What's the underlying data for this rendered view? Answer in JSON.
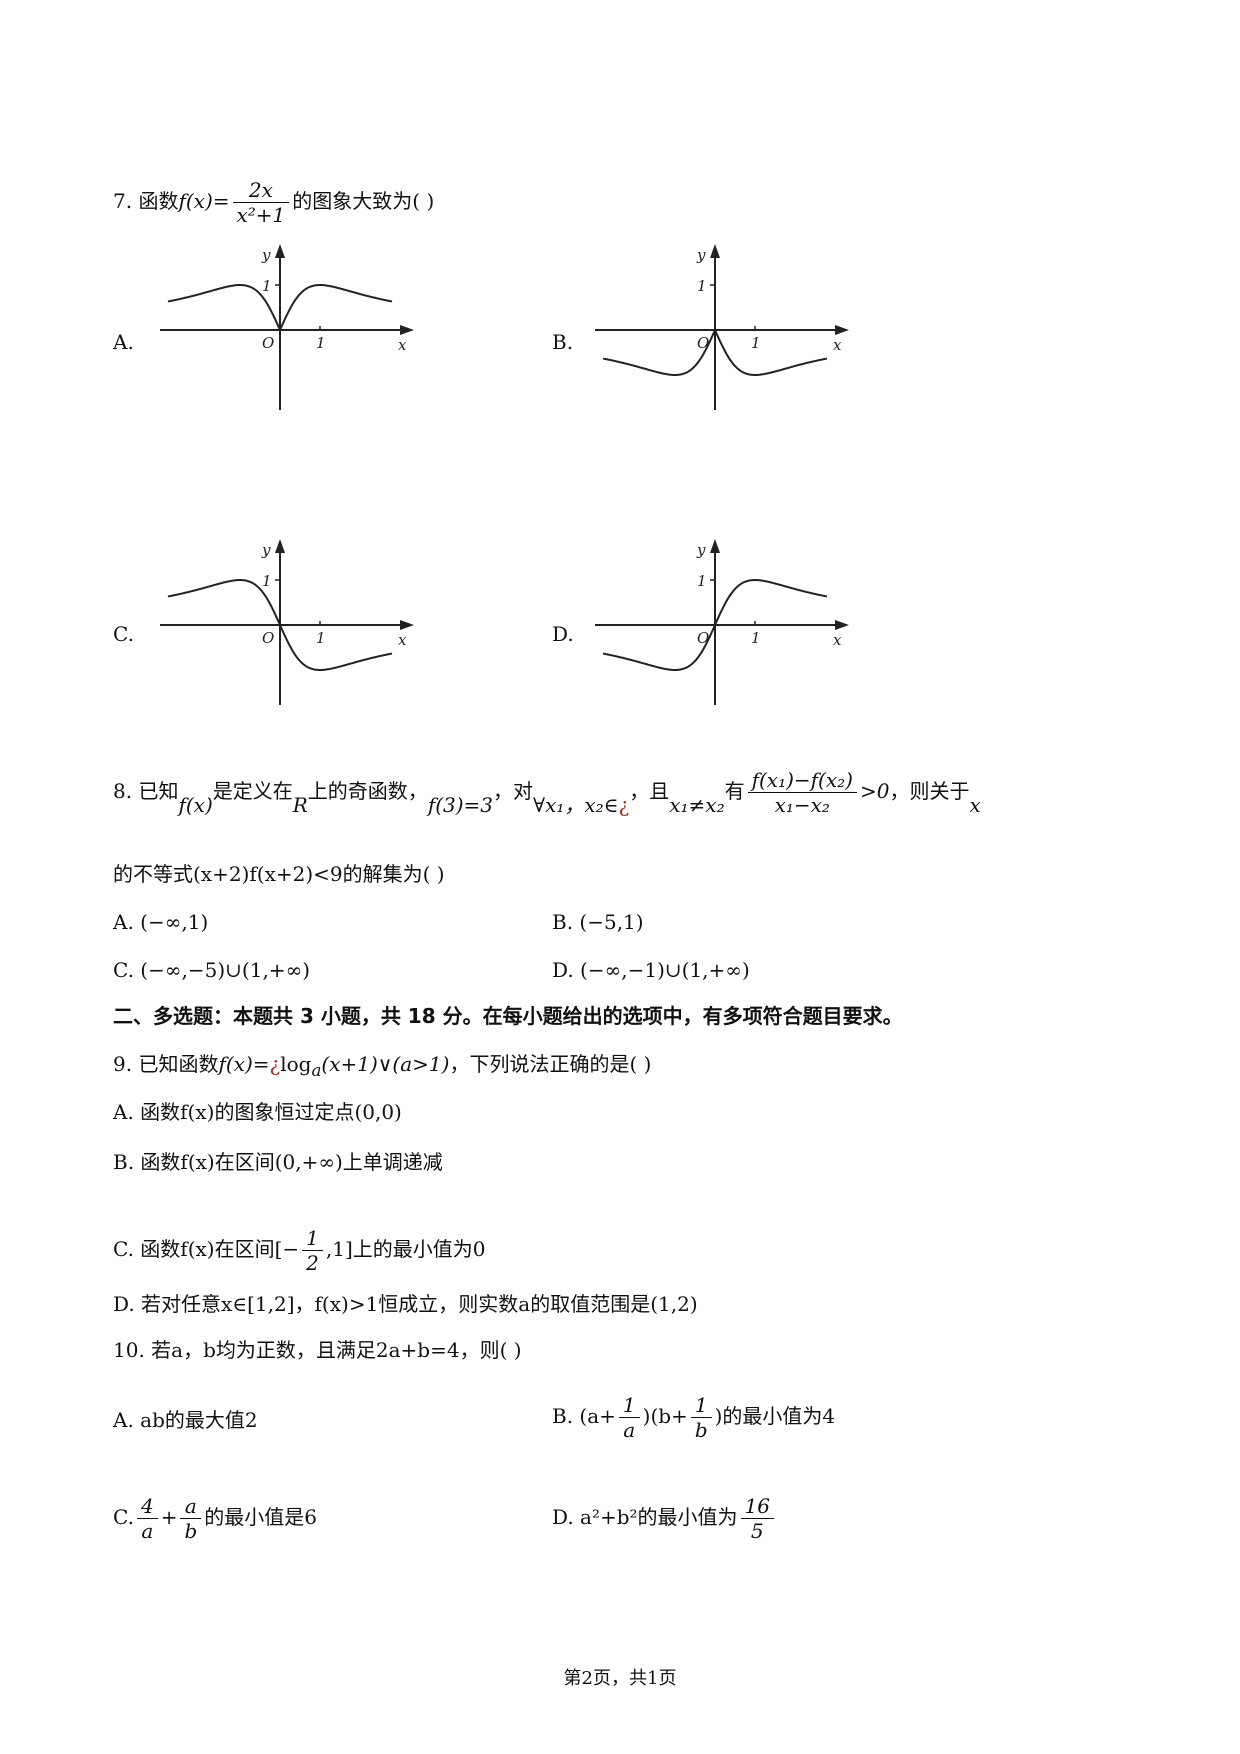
{
  "q7": {
    "number": "7.",
    "stem_prefix": "函数",
    "fx": "f(x)=",
    "frac_num": "2x",
    "frac_den": "x²+1",
    "stem_suffix": "的图象大致为(    )",
    "options": [
      {
        "label": "A.",
        "shape": "bumps-up-both"
      },
      {
        "label": "B.",
        "shape": "bumps-down-both"
      },
      {
        "label": "C.",
        "shape": "up-left-down-right"
      },
      {
        "label": "D.",
        "shape": "down-left-up-right"
      }
    ],
    "axis": {
      "y": "y",
      "x": "x",
      "origin": "O",
      "tick_x": "1",
      "tick_y": "1"
    }
  },
  "q8": {
    "number": "8.",
    "part1": "已知",
    "fx": "f(x)",
    "part2": "是定义在",
    "R": "R",
    "part3": "上的奇函数，",
    "f3": "f(3)=3",
    "part4": "，对",
    "forall": "∀x₁，x₂∈",
    "glyph": "¿",
    "part5": "，且",
    "cond": "x₁≠x₂",
    "part6": "有",
    "frac_num": "f(x₁)−f(x₂)",
    "frac_den": "x₁−x₂",
    "gt": ">0",
    "part7": "，则关于",
    "x": "x",
    "line2": "的不等式(x+2)f(x+2)<9的解集为(    )",
    "options": {
      "A": "A. (−∞,1)",
      "B": "B. (−5,1)",
      "C": "C. (−∞,−5)∪(1,+∞)",
      "D": "D. (−∞,−1)∪(1,+∞)"
    }
  },
  "section2": {
    "heading": "二、多选题：本题共 3 小题，共 18 分。在每小题给出的选项中，有多项符合题目要求。"
  },
  "q9": {
    "stem_a": "9. 已知函数",
    "stem_fx": "f(x)=",
    "glyph": "¿",
    "stem_b": "log",
    "stem_sub": "a",
    "stem_c": "(x+1)∨(a>1)",
    "stem_d": "，下列说法正确的是(    )",
    "A": "A. 函数f(x)的图象恒过定点(0,0)",
    "B": "B. 函数f(x)在区间(0,+∞)上单调递减",
    "C_pre": "C. 函数f(x)在区间[−",
    "C_num": "1",
    "C_den": "2",
    "C_post": ",1]上的最小值为0",
    "D": "D. 若对任意x∈[1,2]，f(x)>1恒成立，则实数a的取值范围是(1,2)"
  },
  "q10": {
    "stem": "10. 若a，b均为正数，且满足2a+b=4，则(    )",
    "A": "A. ab的最大值2",
    "B_pre": "B. (a+",
    "B_num1": "1",
    "B_den1": "a",
    "B_mid": ")(b+",
    "B_num2": "1",
    "B_den2": "b",
    "B_post": ")的最小值为4",
    "C_pre": "C.",
    "C_num1": "4",
    "C_den1": "a",
    "C_plus": "+",
    "C_num2": "a",
    "C_den2": "b",
    "C_post": "的最小值是6",
    "D_pre": "D. a²+b²的最小值为",
    "D_num": "16",
    "D_den": "5"
  },
  "footer": "第2页，共1页"
}
